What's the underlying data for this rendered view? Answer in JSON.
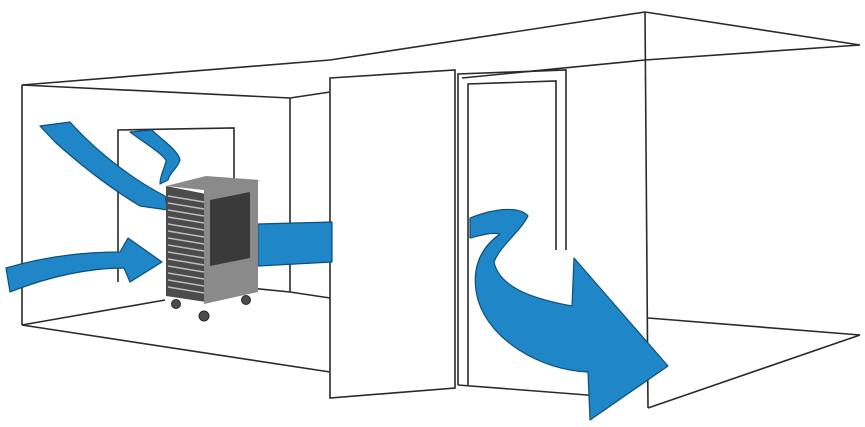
{
  "diagram": {
    "colors": {
      "airflow": "#1f86c8",
      "airflow_edge": "#0d4f7c",
      "line": "#2a2a2a",
      "cooler_body": "#8a8a8a",
      "cooler_dark": "#4b4b4b",
      "cooler_grille": "#3a3a3a",
      "background": "#ffffff"
    },
    "elements": {
      "room_outline": "room-wireframe",
      "window": "window-frame",
      "doorway": "doorway-frame",
      "door_panel": "open-door-panel",
      "cooler": "evaporative-cooler-icon",
      "airflow": "airflow-arrow-icon"
    }
  }
}
